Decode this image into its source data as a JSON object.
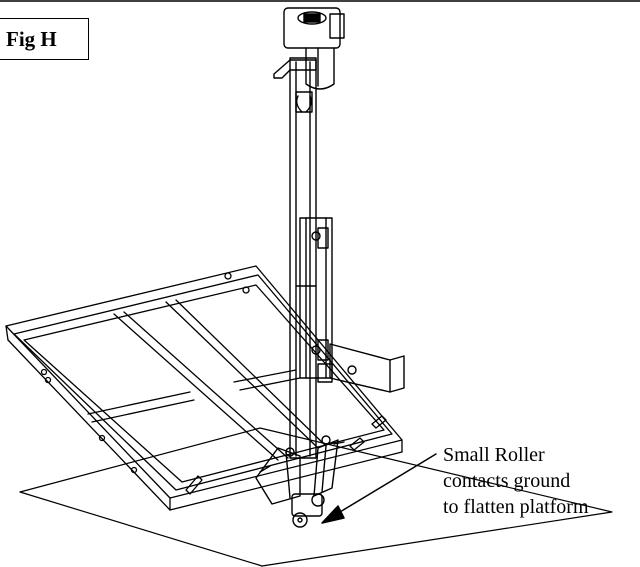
{
  "figure": {
    "label": "Fig H"
  },
  "callout": {
    "lines": [
      "Small Roller",
      "contacts ground",
      "to flatten platform"
    ]
  }
}
